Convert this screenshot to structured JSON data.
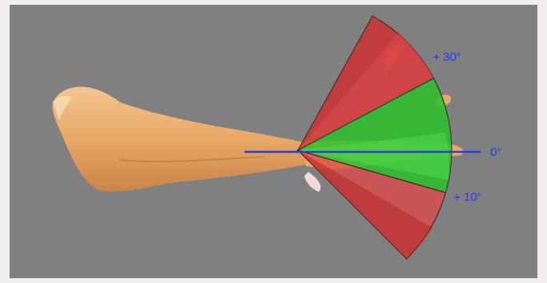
{
  "diagram": {
    "labels": [
      "+ 30°",
      "0°",
      "+ 10°"
    ]
  }
}
